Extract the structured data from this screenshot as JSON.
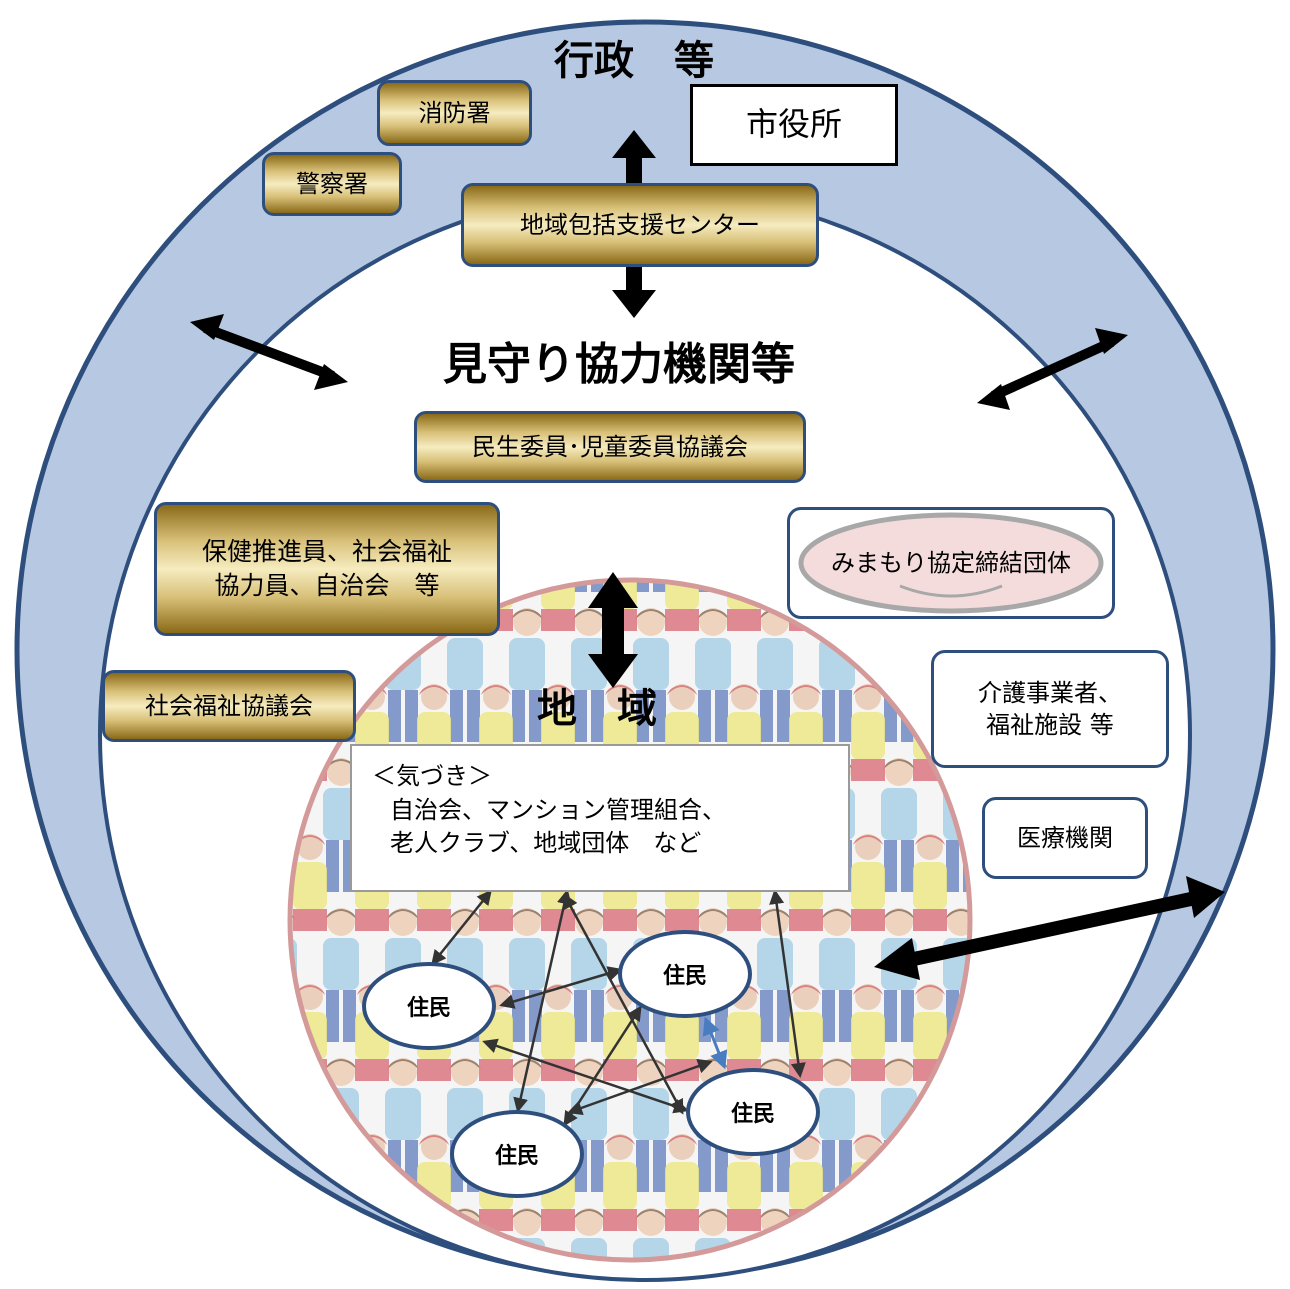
{
  "gyosei": {
    "title": "行政　等",
    "shiyakusho": "市役所",
    "shobosho": "消防署",
    "keisatsusho": "警察署",
    "center": "地域包括支援センター"
  },
  "mimamori": {
    "title": "見守り協力機関等",
    "minsei": "民生委員･児童委員協議会",
    "hoken_line1": "保健推進員、社会福祉",
    "hoken_line2": "協力員、自治会　等",
    "shakyo": "社会福祉協議会",
    "kyotei": "みまもり協定締結団体",
    "kaigo_line1": "介護事業者、",
    "kaigo_line2": "福祉施設 等",
    "iryo": "医療機関"
  },
  "chiiki": {
    "title": "地　域",
    "notice_heading": "＜気づき＞",
    "notice_line1": "自治会、マンション管理組合、",
    "notice_line2": "老人クラブ、地域団体　など",
    "residents": [
      "住民",
      "住民",
      "住民",
      "住民"
    ]
  },
  "colors": {
    "outer_ring": "#b7c9e2",
    "ring_border": "#2e4f7d",
    "inner_circle_border": "#d49a9a",
    "gold": "#d8c078",
    "arrow": "#000000",
    "blue_arrow": "#4a7cc0"
  }
}
